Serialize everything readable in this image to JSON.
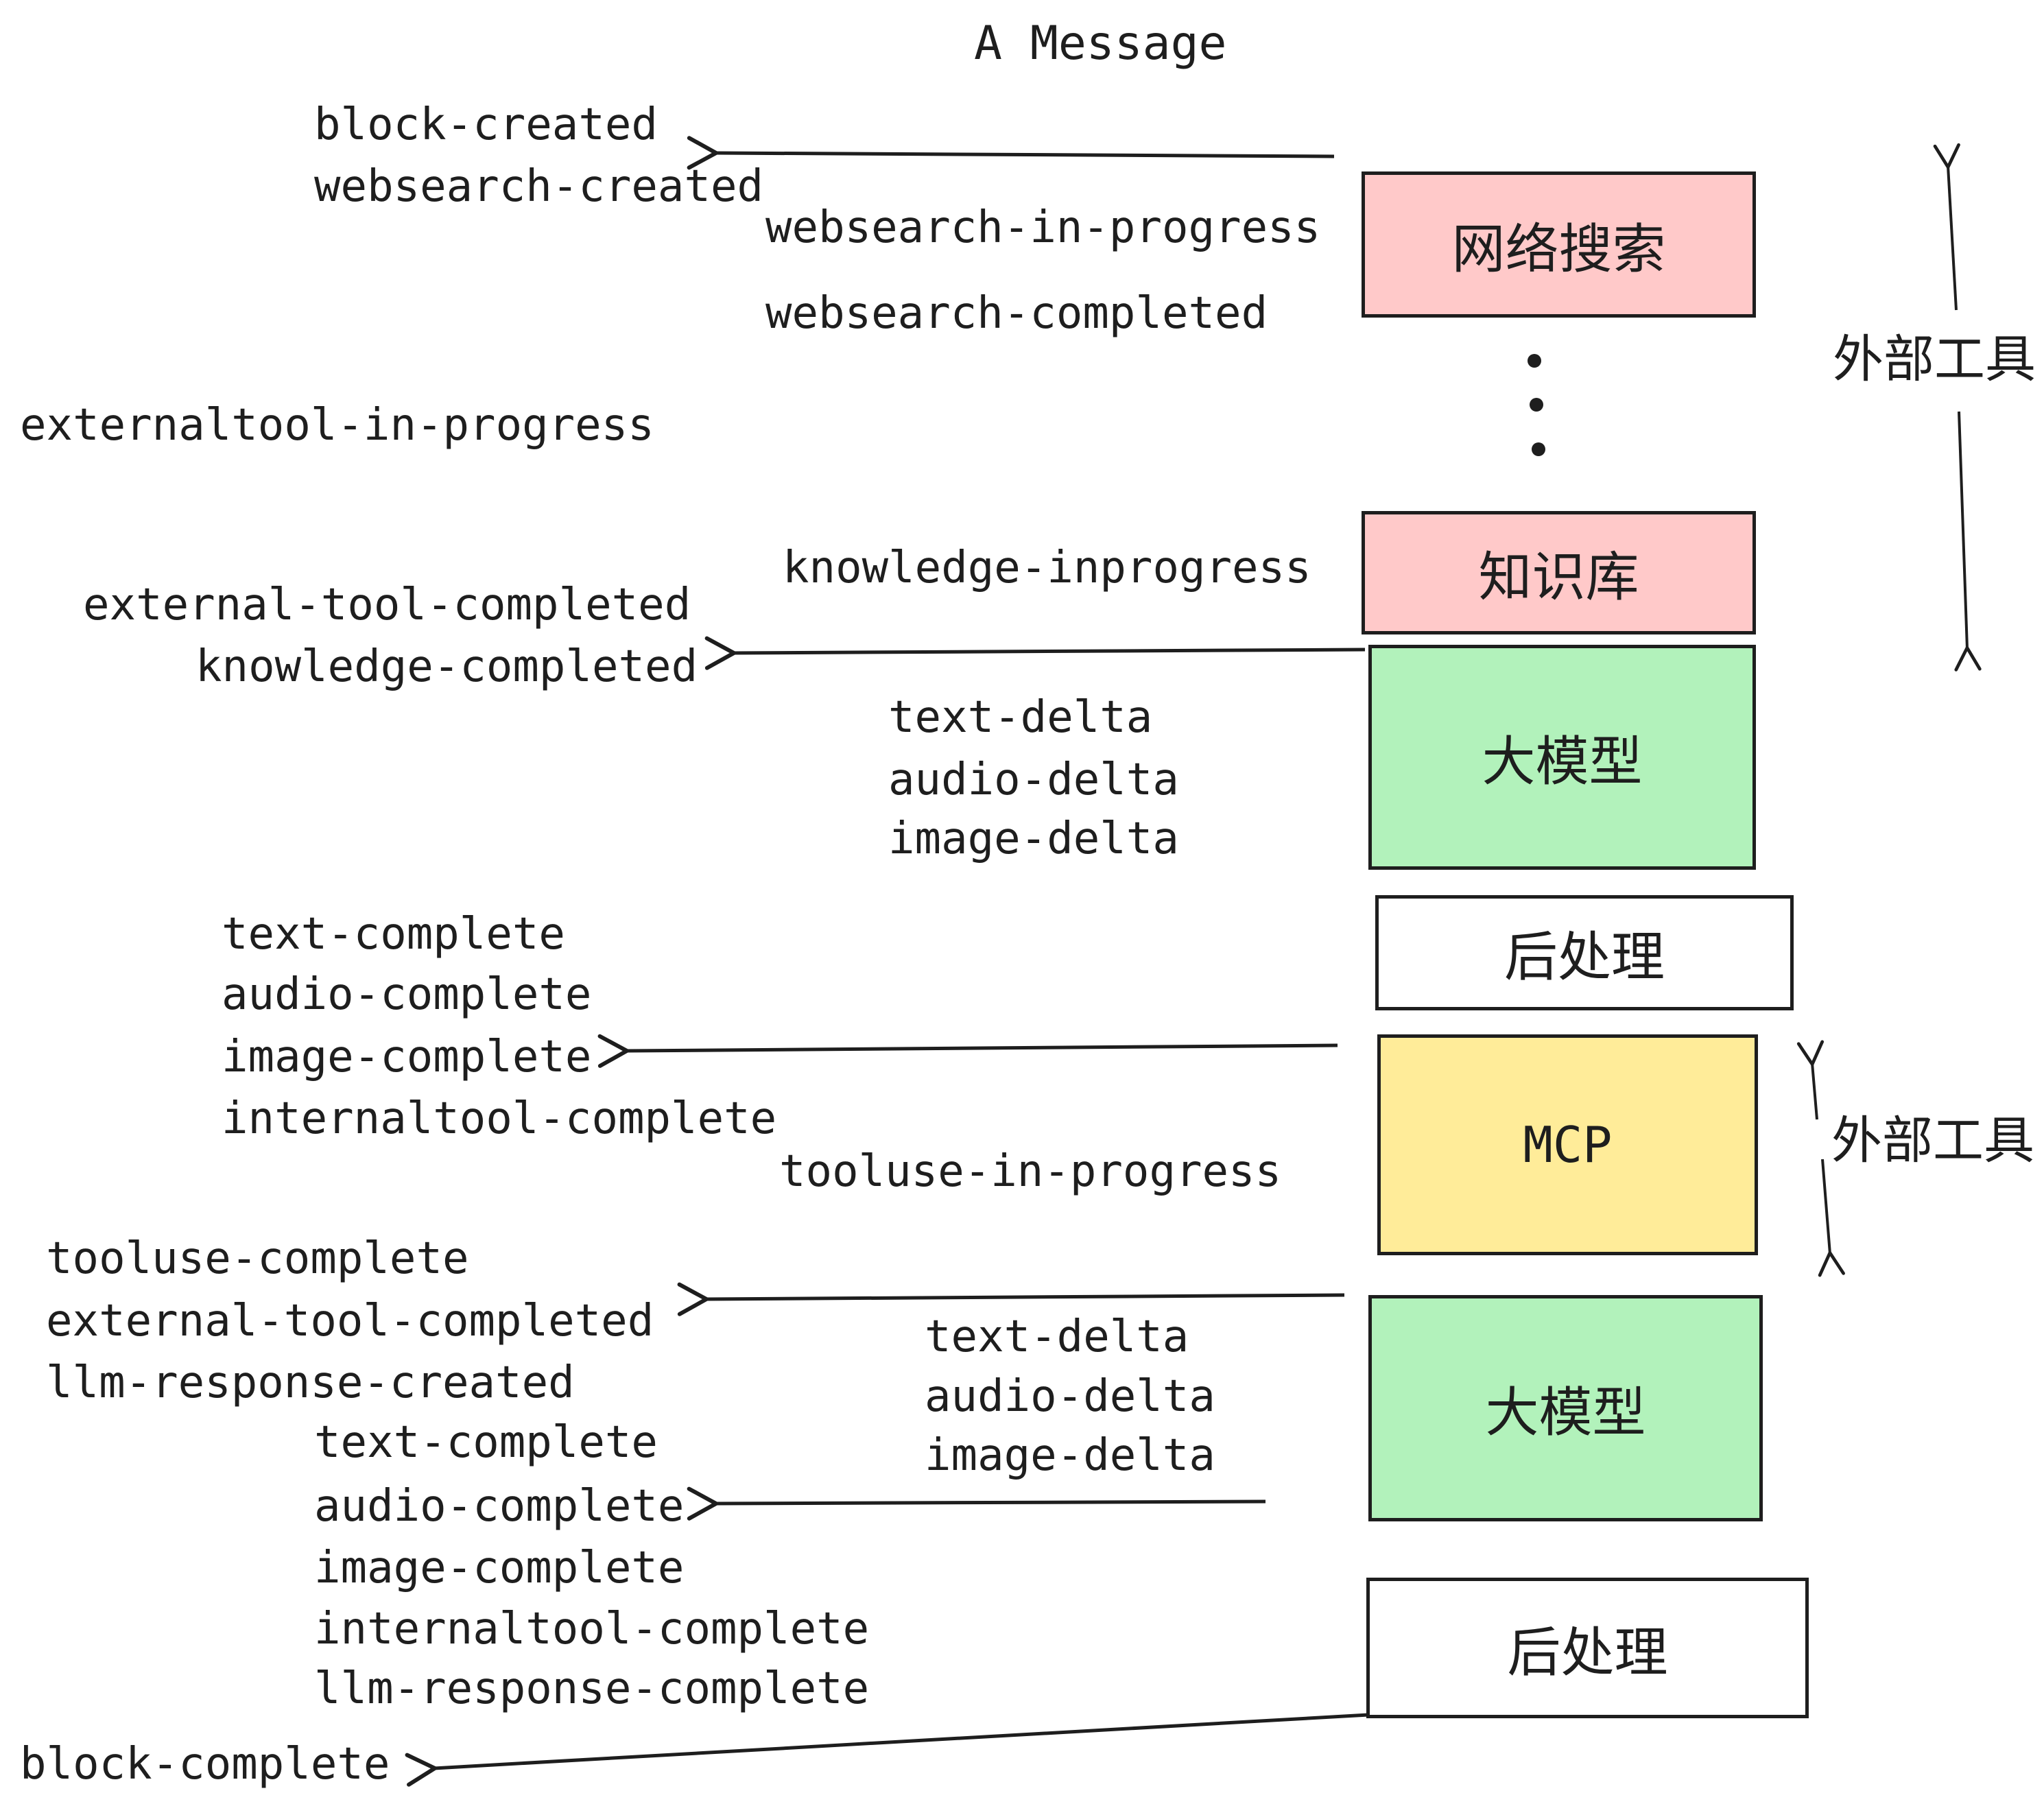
{
  "title": "A Message",
  "colors": {
    "ink": "#1e1e1e",
    "external_tool_fill": "#ffc9c9",
    "llm_fill": "#b2f2bb",
    "mcp_fill": "#ffec99",
    "post_fill": "#ffffff",
    "background": "#ffffff"
  },
  "boxes": [
    {
      "id": "websearch",
      "label": "网络搜索"
    },
    {
      "id": "knowledge",
      "label": "知识库"
    },
    {
      "id": "llm-1",
      "label": "大模型"
    },
    {
      "id": "post-1",
      "label": "后处理"
    },
    {
      "id": "mcp",
      "label": "MCP"
    },
    {
      "id": "llm-2",
      "label": "大模型"
    },
    {
      "id": "post-2",
      "label": "后处理"
    }
  ],
  "side_labels": [
    {
      "text": "外部工具"
    },
    {
      "text": "外部工具"
    }
  ],
  "events": [
    {
      "text": "block-created"
    },
    {
      "text": "websearch-created"
    },
    {
      "text": "websearch-in-progress"
    },
    {
      "text": "websearch-completed"
    },
    {
      "text": "externaltool-in-progress"
    },
    {
      "text": "knowledge-inprogress"
    },
    {
      "text": "external-tool-completed"
    },
    {
      "text": "knowledge-completed"
    },
    {
      "text": "text-delta"
    },
    {
      "text": "audio-delta"
    },
    {
      "text": "image-delta"
    },
    {
      "text": "text-complete"
    },
    {
      "text": "audio-complete"
    },
    {
      "text": "image-complete"
    },
    {
      "text": "internaltool-complete"
    },
    {
      "text": "tooluse-in-progress"
    },
    {
      "text": "tooluse-complete"
    },
    {
      "text": "external-tool-completed"
    },
    {
      "text": "llm-response-created"
    },
    {
      "text": "text-delta"
    },
    {
      "text": "audio-delta"
    },
    {
      "text": "image-delta"
    },
    {
      "text": "text-complete"
    },
    {
      "text": "audio-complete"
    },
    {
      "text": "image-complete"
    },
    {
      "text": "internaltool-complete"
    },
    {
      "text": "llm-response-complete"
    },
    {
      "text": "block-complete"
    }
  ]
}
